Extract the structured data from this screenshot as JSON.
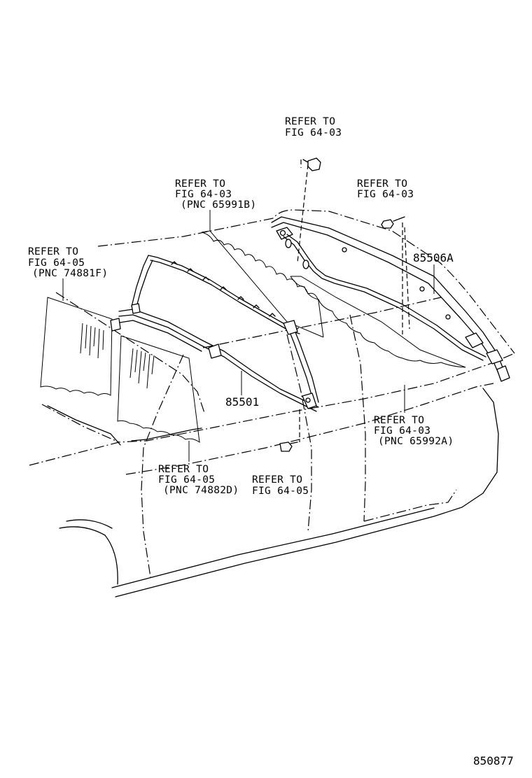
{
  "callouts": [
    {
      "lines": [
        "REFER TO",
        "FIG 64-03"
      ]
    },
    {
      "lines": [
        "REFER TO",
        "FIG 64-03",
        "(PNC 65991B)"
      ]
    },
    {
      "lines": [
        "REFER TO",
        "FIG 64-03"
      ]
    },
    {
      "lines": [
        "REFER TO",
        "FIG 64-05",
        "(PNC 74881F)"
      ]
    },
    {
      "lines": [
        "REFER TO",
        "FIG 64-03",
        "(PNC 65992A)"
      ]
    },
    {
      "lines": [
        "REFER TO",
        "FIG 64-05",
        "(PNC 74882D)"
      ]
    },
    {
      "lines": [
        "REFER TO",
        "FIG 64-05"
      ]
    }
  ],
  "part_numbers": [
    "85506A",
    "85501"
  ],
  "figure_id": "850877"
}
